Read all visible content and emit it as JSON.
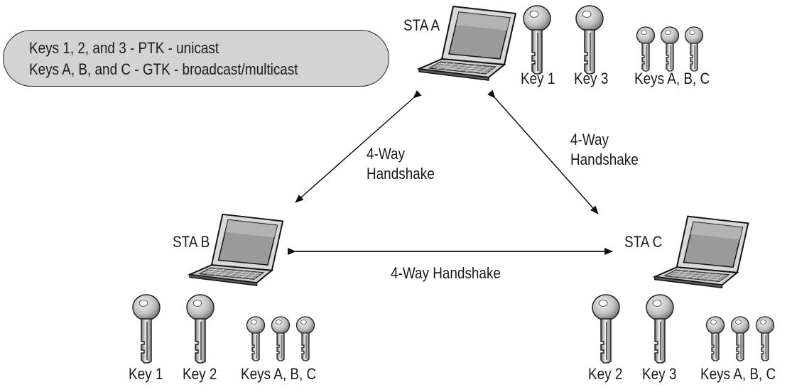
{
  "legend": {
    "line1": "Keys 1, 2, and 3 - PTK - unicast",
    "line2": "Keys A, B, and C - GTK - broadcast/multicast"
  },
  "stations": {
    "a": {
      "label": "STA A",
      "keys": [
        "Key 1",
        "Key 3"
      ],
      "group_keys": "Keys A, B, C"
    },
    "b": {
      "label": "STA B",
      "keys": [
        "Key 1",
        "Key 2"
      ],
      "group_keys": "Keys A, B, C"
    },
    "c": {
      "label": "STA C",
      "keys": [
        "Key 2",
        "Key 3"
      ],
      "group_keys": "Keys A, B, C"
    }
  },
  "handshakes": {
    "ab": [
      "4-Way",
      "Handshake"
    ],
    "ac": [
      "4-Way",
      "Handshake"
    ],
    "bc": "4-Way Handshake"
  },
  "icons": {
    "laptop": "laptop-icon",
    "large_key": "key-icon",
    "small_key": "small-key-icon"
  }
}
